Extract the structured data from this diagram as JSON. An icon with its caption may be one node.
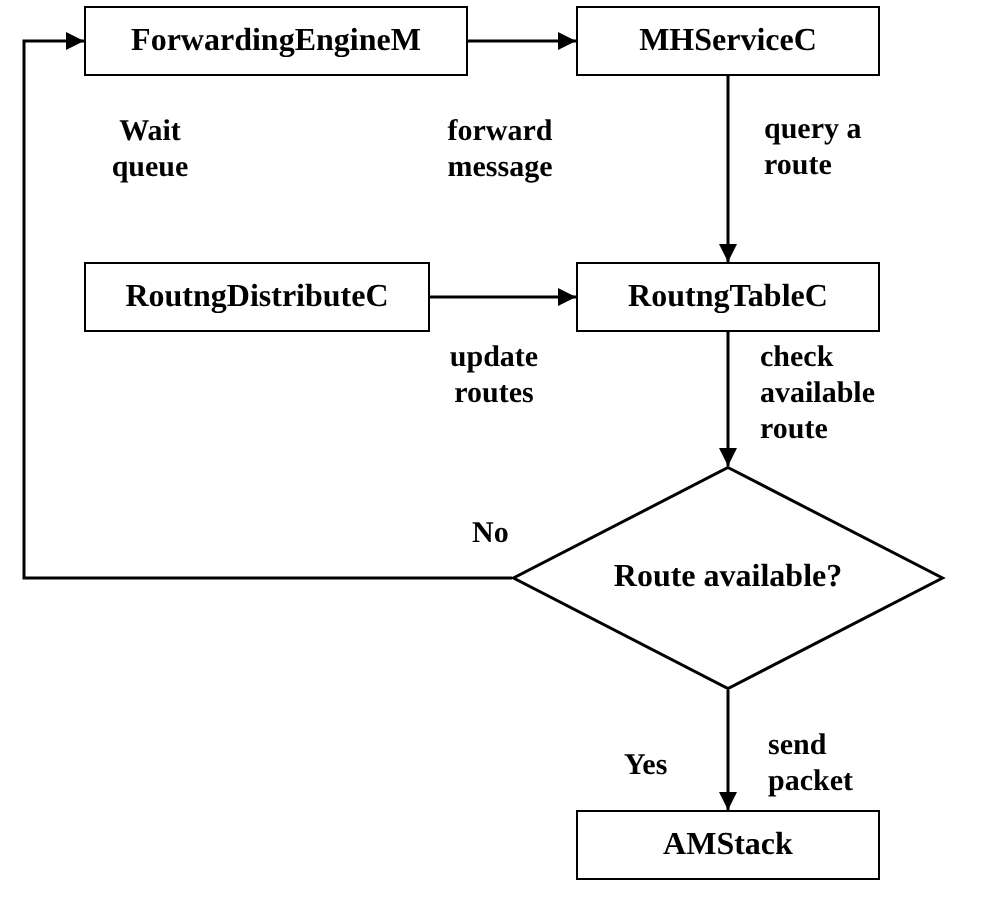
{
  "diagram": {
    "nodes": [
      {
        "text": [
          "ForwardingEngineM"
        ]
      },
      {
        "text": [
          "MHServiceC"
        ]
      },
      {
        "text": [
          "RoutngDistributeC"
        ]
      },
      {
        "text": [
          "RoutngTableC"
        ]
      },
      {
        "text": [
          "Route available?"
        ]
      },
      {
        "text": [
          "AMStack"
        ]
      }
    ],
    "edges": [
      {
        "from": 0,
        "to": 1,
        "arrow": "to"
      },
      {
        "from": 1,
        "to": 3,
        "arrow": "to",
        "label": "query a route"
      },
      {
        "from": 2,
        "to": 3,
        "arrow": "to",
        "label": "update routes"
      },
      {
        "from": 3,
        "to": 4,
        "arrow": "to",
        "label": "check available route"
      },
      {
        "from": 4,
        "to": 0,
        "arrow": "to",
        "label": "No"
      },
      {
        "from": 4,
        "to": 5,
        "arrow": "to",
        "label": "Yes"
      }
    ],
    "labels": [
      "Wait queue",
      "forward message",
      "send packet"
    ]
  }
}
